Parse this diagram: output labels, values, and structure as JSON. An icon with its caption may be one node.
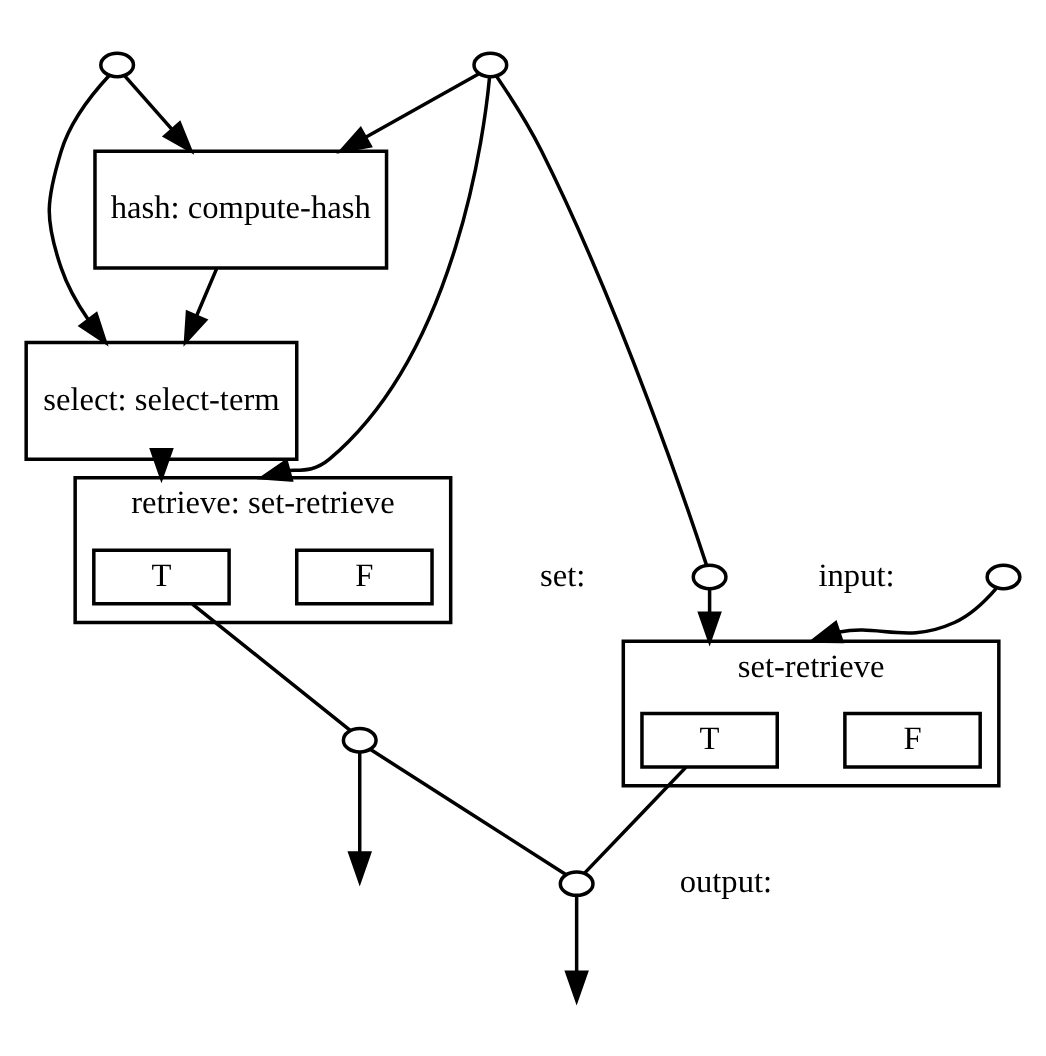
{
  "diagram": {
    "nodes": [
      {
        "text": [],
        "shape": "circle"
      },
      {
        "text": [],
        "shape": "circle"
      },
      {
        "text": [
          "hash: compute-hash"
        ]
      },
      {
        "text": [
          "select: select-term"
        ]
      },
      {
        "text": [
          "retrieve: set-retrieve"
        ]
      },
      {
        "text": [
          "T"
        ],
        "in": 4
      },
      {
        "text": [
          "F"
        ],
        "in": 4
      },
      {
        "text": [],
        "shape": "circle",
        "beside": [
          "set:"
        ]
      },
      {
        "text": [],
        "shape": "circle",
        "beside": [
          "input:"
        ]
      },
      {
        "text": [
          "set-retrieve"
        ]
      },
      {
        "text": [
          "T"
        ],
        "in": 9
      },
      {
        "text": [
          "F"
        ],
        "in": 9
      },
      {
        "text": [],
        "shape": "circle",
        "beside": [
          "output:"
        ]
      },
      {
        "text": [],
        "shape": "circle"
      }
    ],
    "edges": [
      {
        "from": 0,
        "to": 2,
        "arrow": "to"
      },
      {
        "from": 0,
        "to": 3,
        "arrow": "to"
      },
      {
        "from": 1,
        "to": 2,
        "arrow": "to"
      },
      {
        "from": 1,
        "to": 4,
        "arrow": "to"
      },
      {
        "from": 1,
        "to": 7,
        "arrow": "none"
      },
      {
        "from": 7,
        "to": 9,
        "arrow": "to"
      },
      {
        "from": 8,
        "to": 9,
        "arrow": "to"
      },
      {
        "from": 2,
        "to": 3,
        "arrow": "to"
      },
      {
        "from": 3,
        "to": 4,
        "arrow": "to"
      },
      {
        "from": 5,
        "to": 13,
        "arrow": "none"
      },
      {
        "from": 13,
        "to": 12,
        "arrow": "none"
      },
      {
        "from": 10,
        "to": 12,
        "arrow": "none"
      },
      {
        "from": 12,
        "to": null,
        "arrow": "to"
      },
      {
        "from": 13,
        "to": null,
        "arrow": "to"
      }
    ]
  }
}
